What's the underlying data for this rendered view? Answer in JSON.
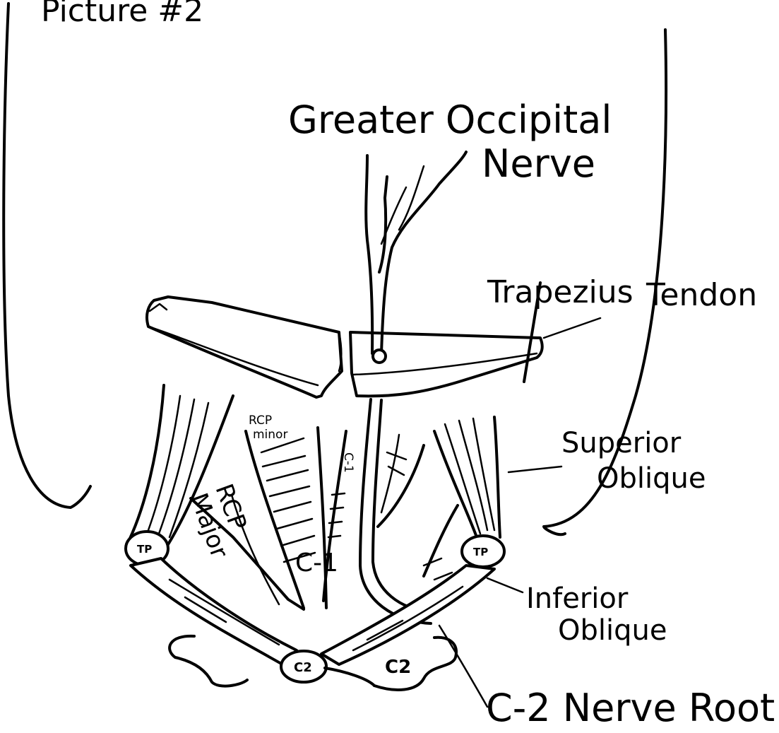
{
  "title": "Picture #2",
  "labels": {
    "greater_occipital": "Greater Occipital",
    "nerve": "Nerve",
    "trapezius": "Trapezius",
    "tendon": "Tendon",
    "superior": "Superior",
    "superior_oblique": "Oblique",
    "inferior": "Inferior",
    "inferior_oblique": "Oblique",
    "c2_nerve_root": "C-2 Nerve Root",
    "rcp_minor_1": "RCP",
    "rcp_minor_2": "minor",
    "rcp_major_1": "RCP",
    "rcp_major_2": "Major",
    "c1": "C-1",
    "c1_small": "C-1",
    "tp_left": "TP",
    "tp_right": "TP",
    "c2_left": "C2",
    "c2_right": "C2"
  },
  "ink_color": "#000000",
  "background": "#ffffff"
}
